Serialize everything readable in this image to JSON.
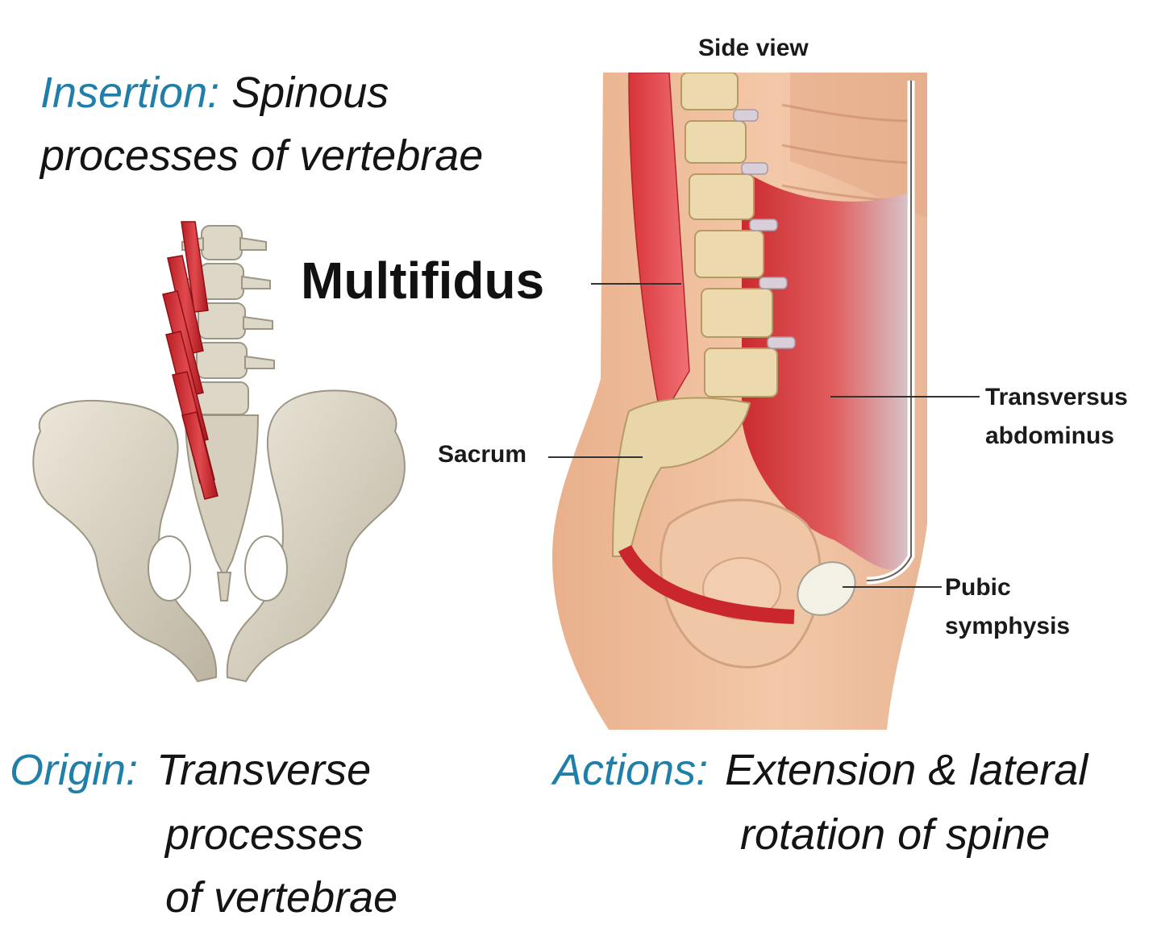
{
  "diagram": {
    "title": "Multifidus",
    "view_label": "Side view",
    "insertion": {
      "label": "Insertion:",
      "line1": "Spinous",
      "line2": "processes of vertebrae"
    },
    "origin": {
      "label": "Origin:",
      "line1": "Transverse",
      "line2": "processes",
      "line3": "of vertebrae"
    },
    "actions": {
      "label": "Actions:",
      "line1": "Extension & lateral",
      "line2": "rotation of spine"
    },
    "callouts": {
      "sacrum": "Sacrum",
      "transversus_line1": "Transversus",
      "transversus_line2": "abdominus",
      "pubic_line1": "Pubic",
      "pubic_line2": "symphysis"
    }
  },
  "colors": {
    "accent": "#1f7fa8",
    "text": "#141414",
    "muscle": "#d8343a",
    "bone": "#d9d3c3",
    "sacrum_bone": "#e8d6a8",
    "skin": "#efbf9c"
  }
}
